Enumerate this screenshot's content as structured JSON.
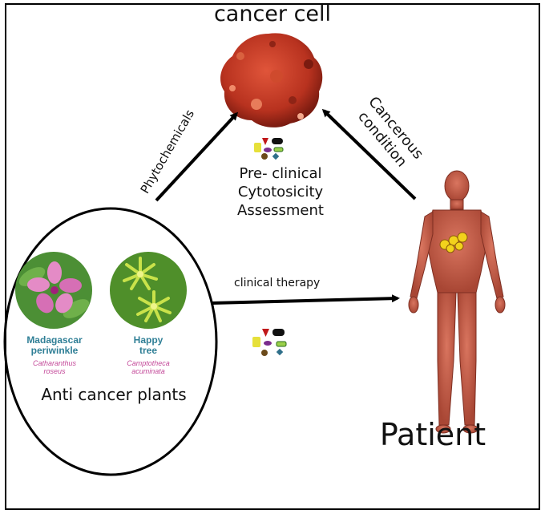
{
  "title": "cancer cell",
  "assessment": {
    "line1": "Pre- clinical",
    "line2": "Cytotosicity",
    "line3": "Assessment"
  },
  "arrows": {
    "left": "Phytochemicals",
    "right_line1": "Cancerous",
    "right_line2": "condition",
    "bottom": "clinical therapy"
  },
  "plants": {
    "caption": "Anti cancer plants",
    "items": [
      {
        "name_line1": "Madagascar",
        "name_line2": "periwinkle",
        "sci_line1": "Catharanthus",
        "sci_line2": "roseus"
      },
      {
        "name_line1": "Happy",
        "name_line2": "tree",
        "sci_line1": "Camptotheca",
        "sci_line2": "acuminata"
      }
    ]
  },
  "patient": "Patient",
  "colors": {
    "cell": "#b8321f",
    "periwinkle": "#d66fb5",
    "leaf": "#3f8f2f",
    "happy_tree": "#a6cf3a",
    "muscle": "#c25a4a",
    "plant_name": "#2f7f96",
    "plant_sci": "#c44a9a"
  }
}
